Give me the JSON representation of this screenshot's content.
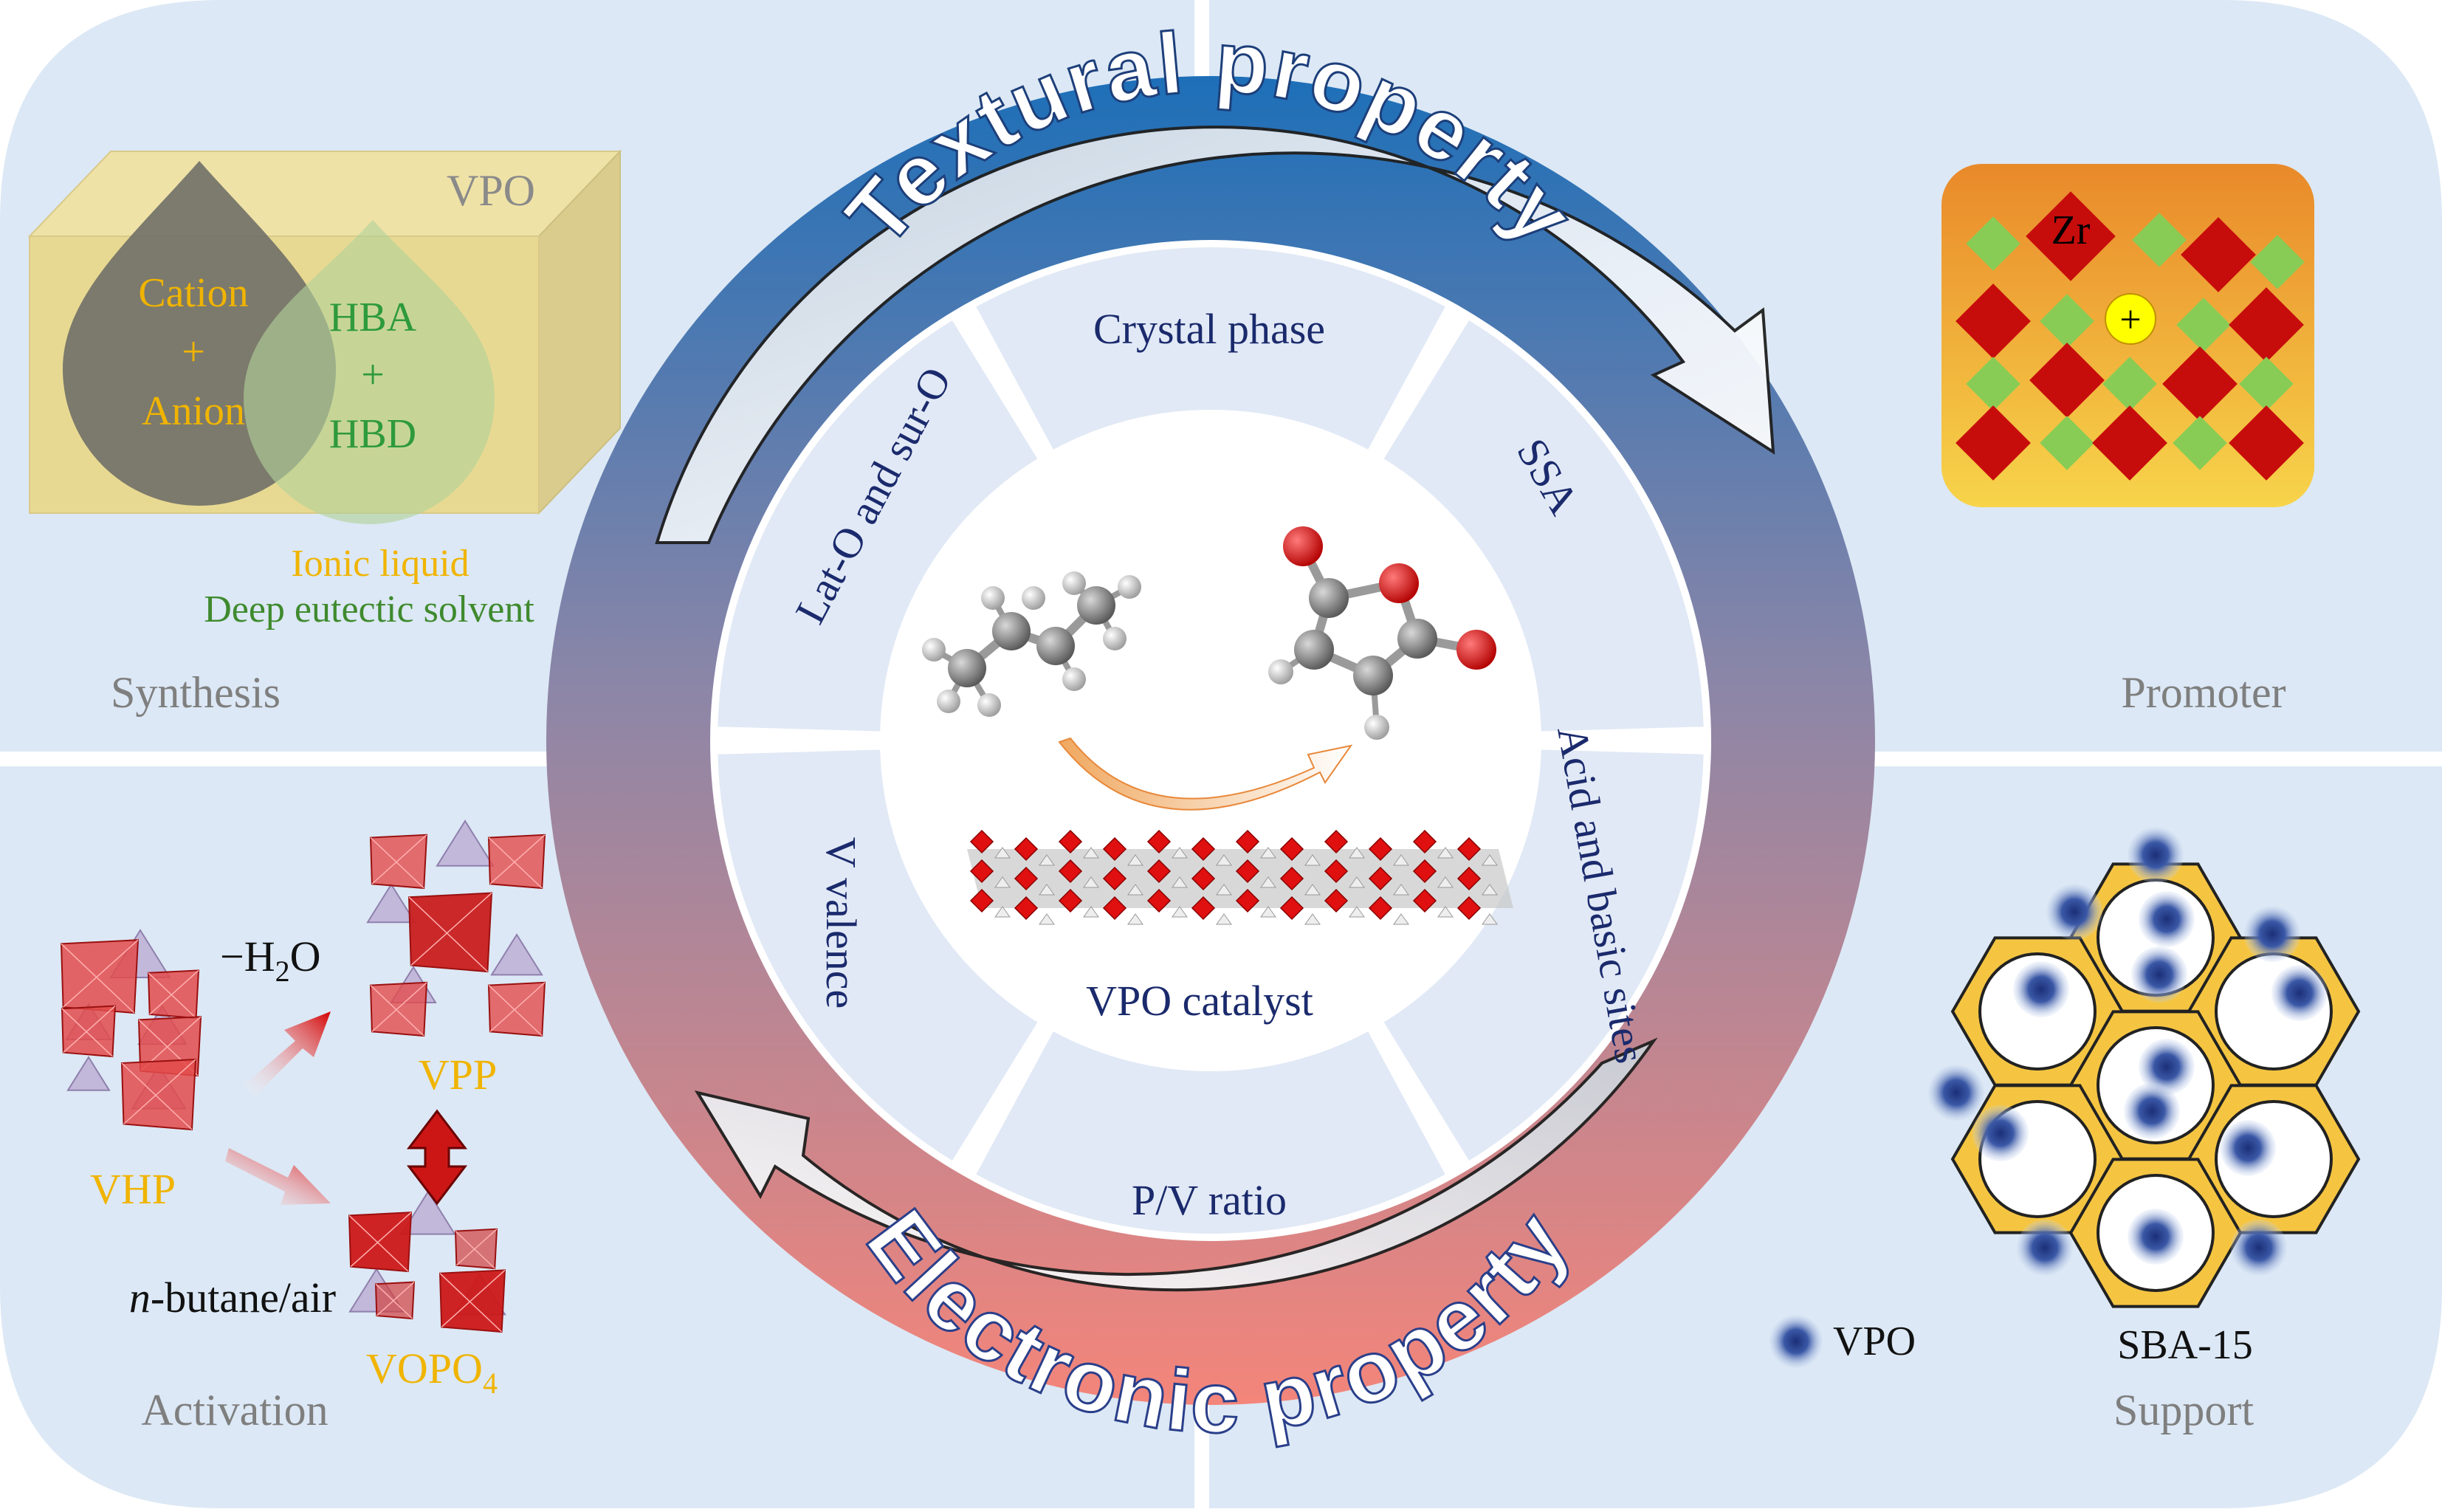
{
  "quadrants": {
    "synthesis": {
      "title": "Synthesis",
      "box_label": "VPO",
      "ionic_liquid_drop": [
        "Cation",
        "+",
        "Anion"
      ],
      "des_drop": [
        "HBA",
        "+",
        "HBD"
      ],
      "legend_ionic_liquid": "Ionic liquid",
      "legend_des": "Deep eutectic solvent"
    },
    "promoter": {
      "title": "Promoter",
      "element_label": "Zr",
      "charge_label": "+"
    },
    "activation": {
      "title": "Activation",
      "dehydration_label": "−H",
      "dehydration_sub": "2",
      "dehydration_tail": "O",
      "vhp_label": "VHP",
      "vpp_label": "VPP",
      "vopo_label": "VOPO",
      "vopo_sub": "4",
      "condition_italic": "n",
      "condition_rest": "-butane/air"
    },
    "support": {
      "title": "Support",
      "legend_label": "VPO",
      "support_label": "SBA-15"
    }
  },
  "ring": {
    "outer_top_label": "Textural property",
    "outer_bottom_label": "Electronic property",
    "segments": [
      "Crystal phase",
      "SSA",
      "Acid and basic sites",
      "P/V ratio",
      "V valence",
      "Lat-O and sur-O"
    ]
  },
  "center": {
    "label": "VPO catalyst"
  },
  "colors": {
    "panel_bg": "#dce8f5",
    "ring_top": "#1d6fb8",
    "ring_bottom": "#f2877a",
    "segment_bg": "#e1e9f6",
    "navy_text": "#1a2a6c",
    "gold_text": "#f0b400",
    "green_text": "#2e9a3c",
    "gray_text": "#7f7f7f",
    "red_crystal": "#d42a2a",
    "zr_red": "#c70c0c",
    "p_green": "#88cc55",
    "hex_gold": "#f5c542"
  }
}
